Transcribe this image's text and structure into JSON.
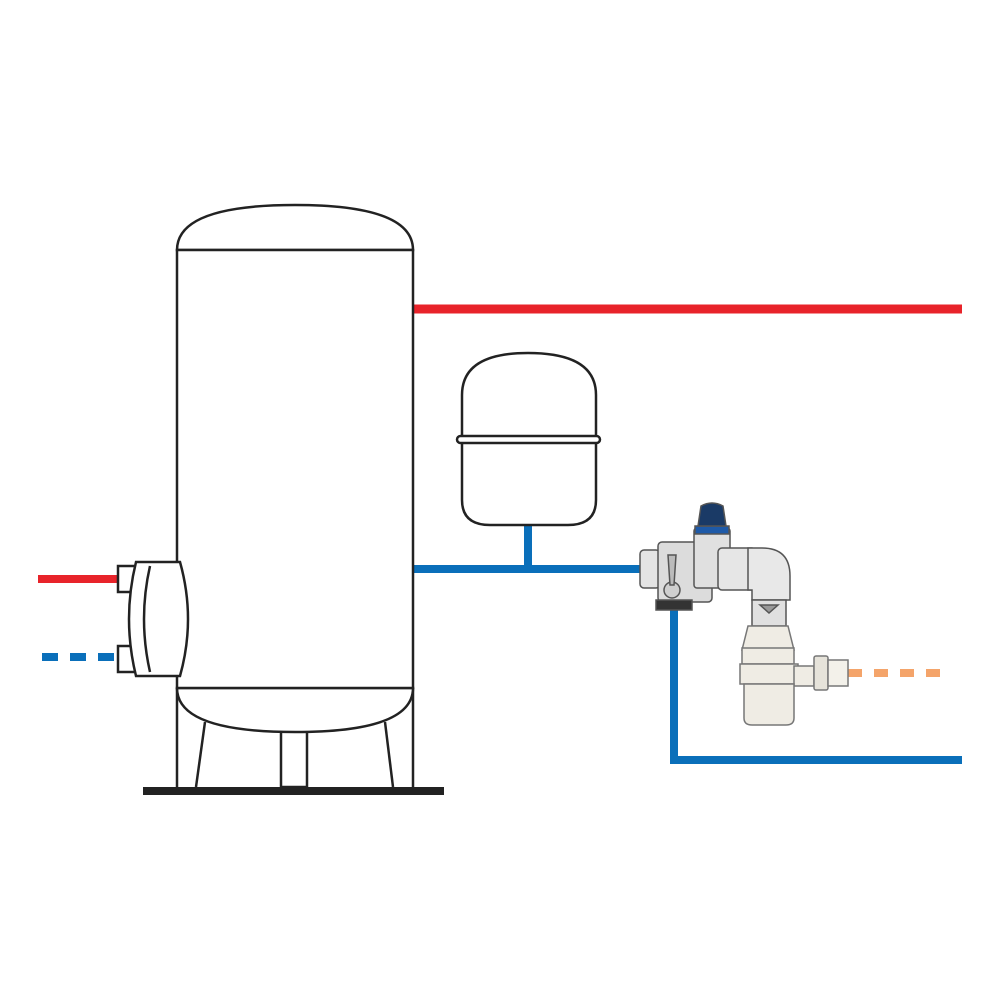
{
  "diagram": {
    "colors": {
      "hot_water": "#e8232a",
      "cold_water": "#0a6fba",
      "drain": "#f4a46a",
      "outline": "#222222",
      "base": "#222222",
      "valve_cap": "#1e5aa8",
      "trap_body": "#efece4",
      "chrome": "#d8d8d8"
    },
    "components": [
      "storage-tank",
      "expansion-vessel",
      "safety-valve-group",
      "siphon-trap",
      "hot-water-outlet",
      "cold-water-inlet",
      "drain-outlet"
    ]
  }
}
